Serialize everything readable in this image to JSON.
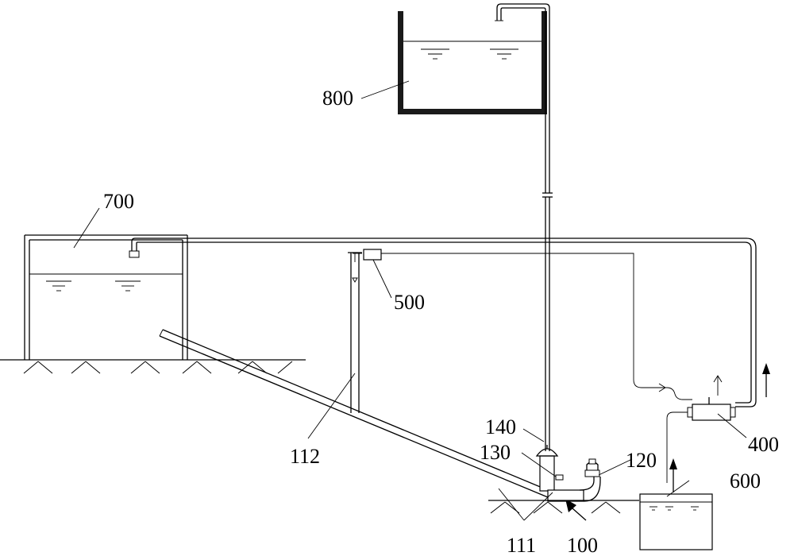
{
  "labels": {
    "pump_assembly": "100",
    "inlet_pipe": "111",
    "vertical_pipe": "112",
    "valve": "120",
    "joint": "130",
    "air_chamber": "140",
    "heat_exchanger": "400",
    "controller": "500",
    "lower_tank": "600",
    "source_pool": "700",
    "elevated_tank": "800"
  },
  "colors": {
    "line": "#000000",
    "background": "#ffffff"
  }
}
